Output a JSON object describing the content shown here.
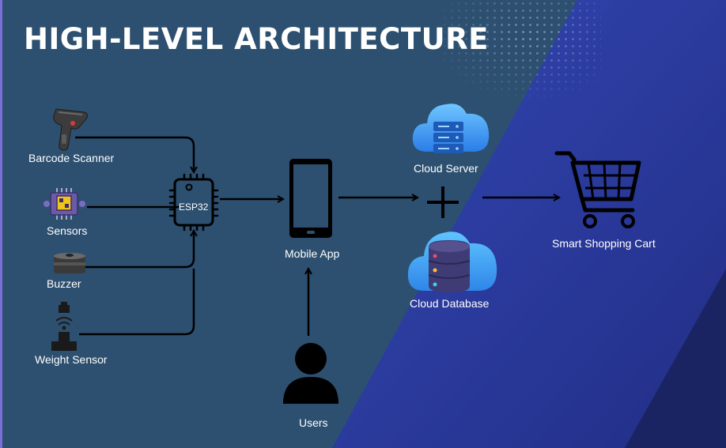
{
  "title": "HIGH-LEVEL ARCHITECTURE",
  "nodes": {
    "barcode_scanner": "Barcode Scanner",
    "sensors": "Sensors",
    "buzzer": "Buzzer",
    "weight_sensor": "Weight Sensor",
    "esp32": "ESP32",
    "mobile_app": "Mobile App",
    "users": "Users",
    "cloud_server": "Cloud Server",
    "cloud_database": "Cloud Database",
    "smart_cart": "Smart Shopping Cart"
  },
  "icons": {
    "barcode_scanner": "barcode-scanner-icon",
    "sensors": "sensor-chip-icon",
    "buzzer": "buzzer-icon",
    "weight_sensor": "weight-sensor-icon",
    "esp32": "microcontroller-icon",
    "mobile_app": "smartphone-icon",
    "users": "user-icon",
    "cloud_server": "cloud-server-icon",
    "cloud_database": "cloud-database-icon",
    "plus": "plus-icon",
    "smart_cart": "shopping-cart-icon"
  },
  "colors": {
    "background": "#2d5070",
    "accent_band": "#2a3d9c",
    "dark_band": "#1a2466",
    "title": "#ffffff",
    "connector": "#000000"
  }
}
